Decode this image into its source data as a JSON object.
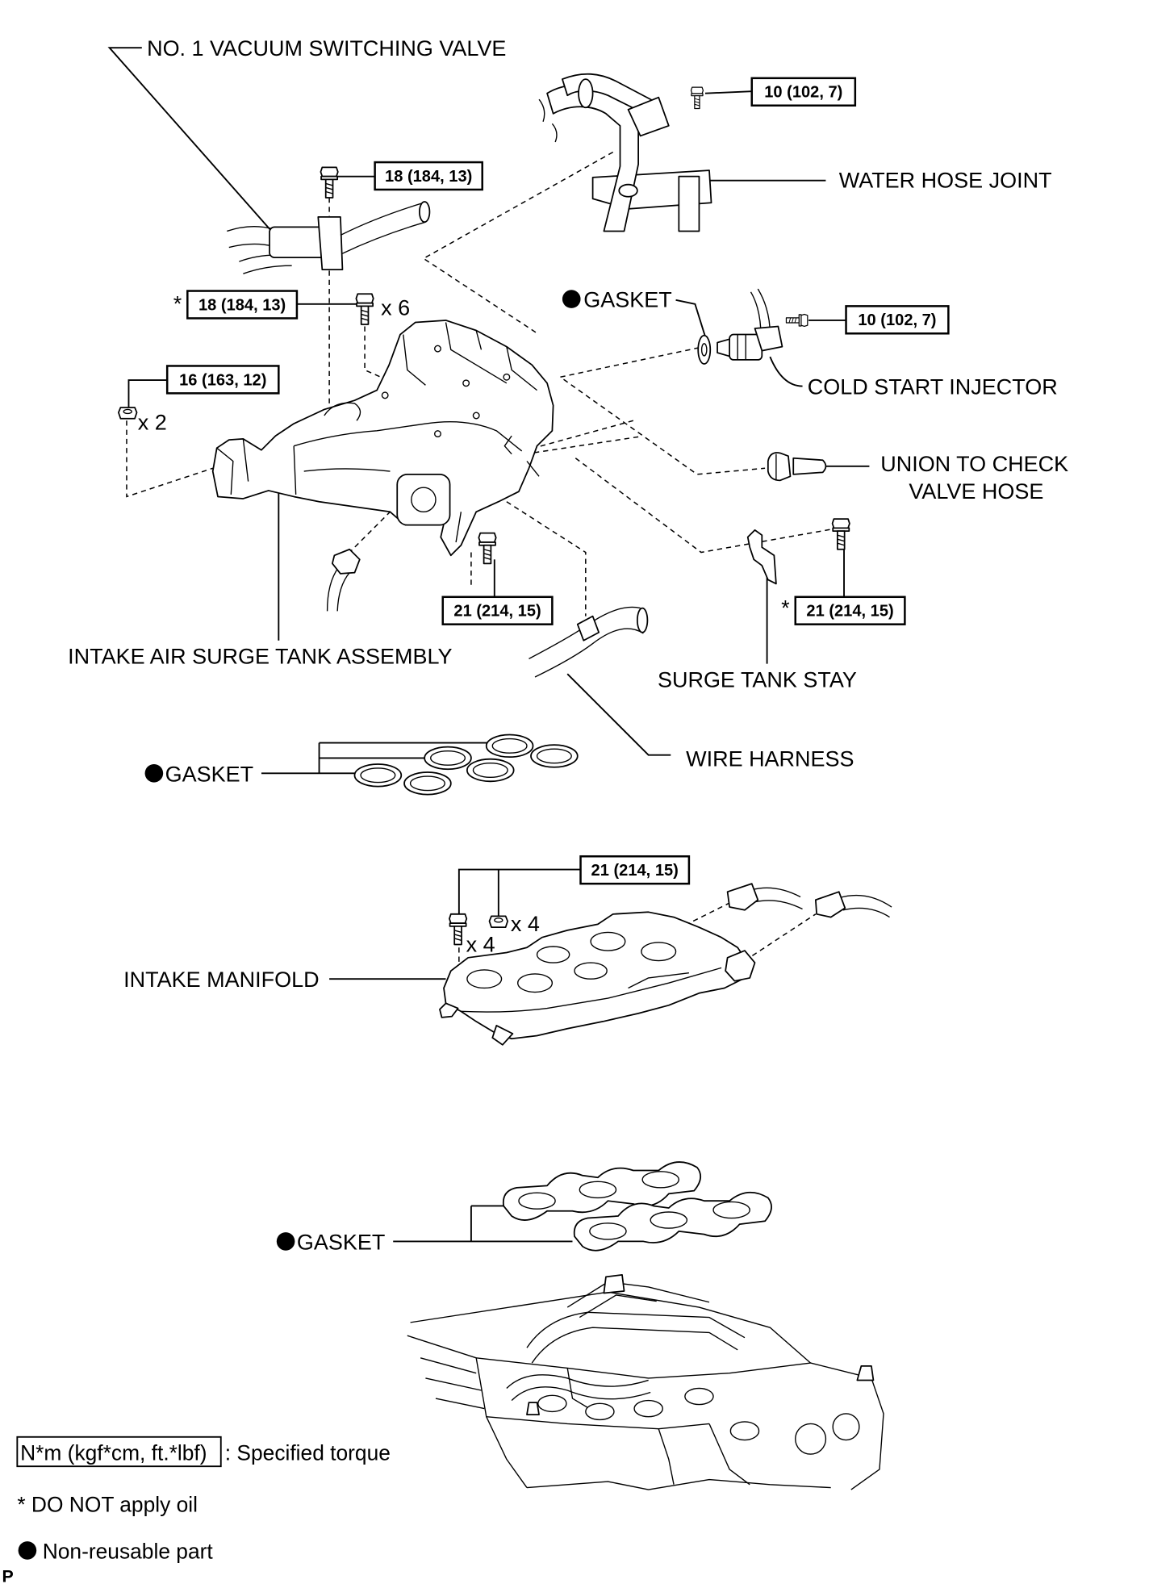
{
  "labels": {
    "vacuum_valve": "NO. 1 VACUUM SWITCHING VALVE",
    "water_hose_joint": "WATER HOSE JOINT",
    "gasket_injector": "GASKET",
    "cold_start_injector": "COLD START INJECTOR",
    "union_line1": "UNION TO CHECK",
    "union_line2": "VALVE HOSE",
    "surge_tank": "INTAKE AIR SURGE TANK ASSEMBLY",
    "surge_tank_stay": "SURGE TANK STAY",
    "gasket_surge": "GASKET",
    "wire_harness": "WIRE HARNESS",
    "intake_manifold": "INTAKE MANIFOLD",
    "gasket_manifold": "GASKET"
  },
  "torques": {
    "water_hose_bolt": "10 (102, 7)",
    "vsv_bolt": "18 (184, 13)",
    "injector_bolt": "10 (102, 7)",
    "surge_tank_bolts": "18 (184, 13)",
    "surge_tank_nuts": "16 (163, 12)",
    "surge_tank_lower_bolt": "21 (214, 15)",
    "stay_bolt": "21 (214, 15)",
    "manifold_fasteners": "21 (214, 15)"
  },
  "quantities": {
    "surge_tank_bolts": "x 6",
    "surge_tank_nuts": "x 2",
    "manifold_nuts": "x 4",
    "manifold_bolts": "x 4"
  },
  "marks": {
    "no_oil": "*",
    "non_reusable_icon": "filled-circle"
  },
  "legend": {
    "torque_box": "N*m (kgf*cm, ft.*lbf)",
    "torque_desc": ": Specified torque",
    "no_oil": "* DO NOT apply oil",
    "non_reusable": "Non-reusable part"
  },
  "corner_mark": "P"
}
